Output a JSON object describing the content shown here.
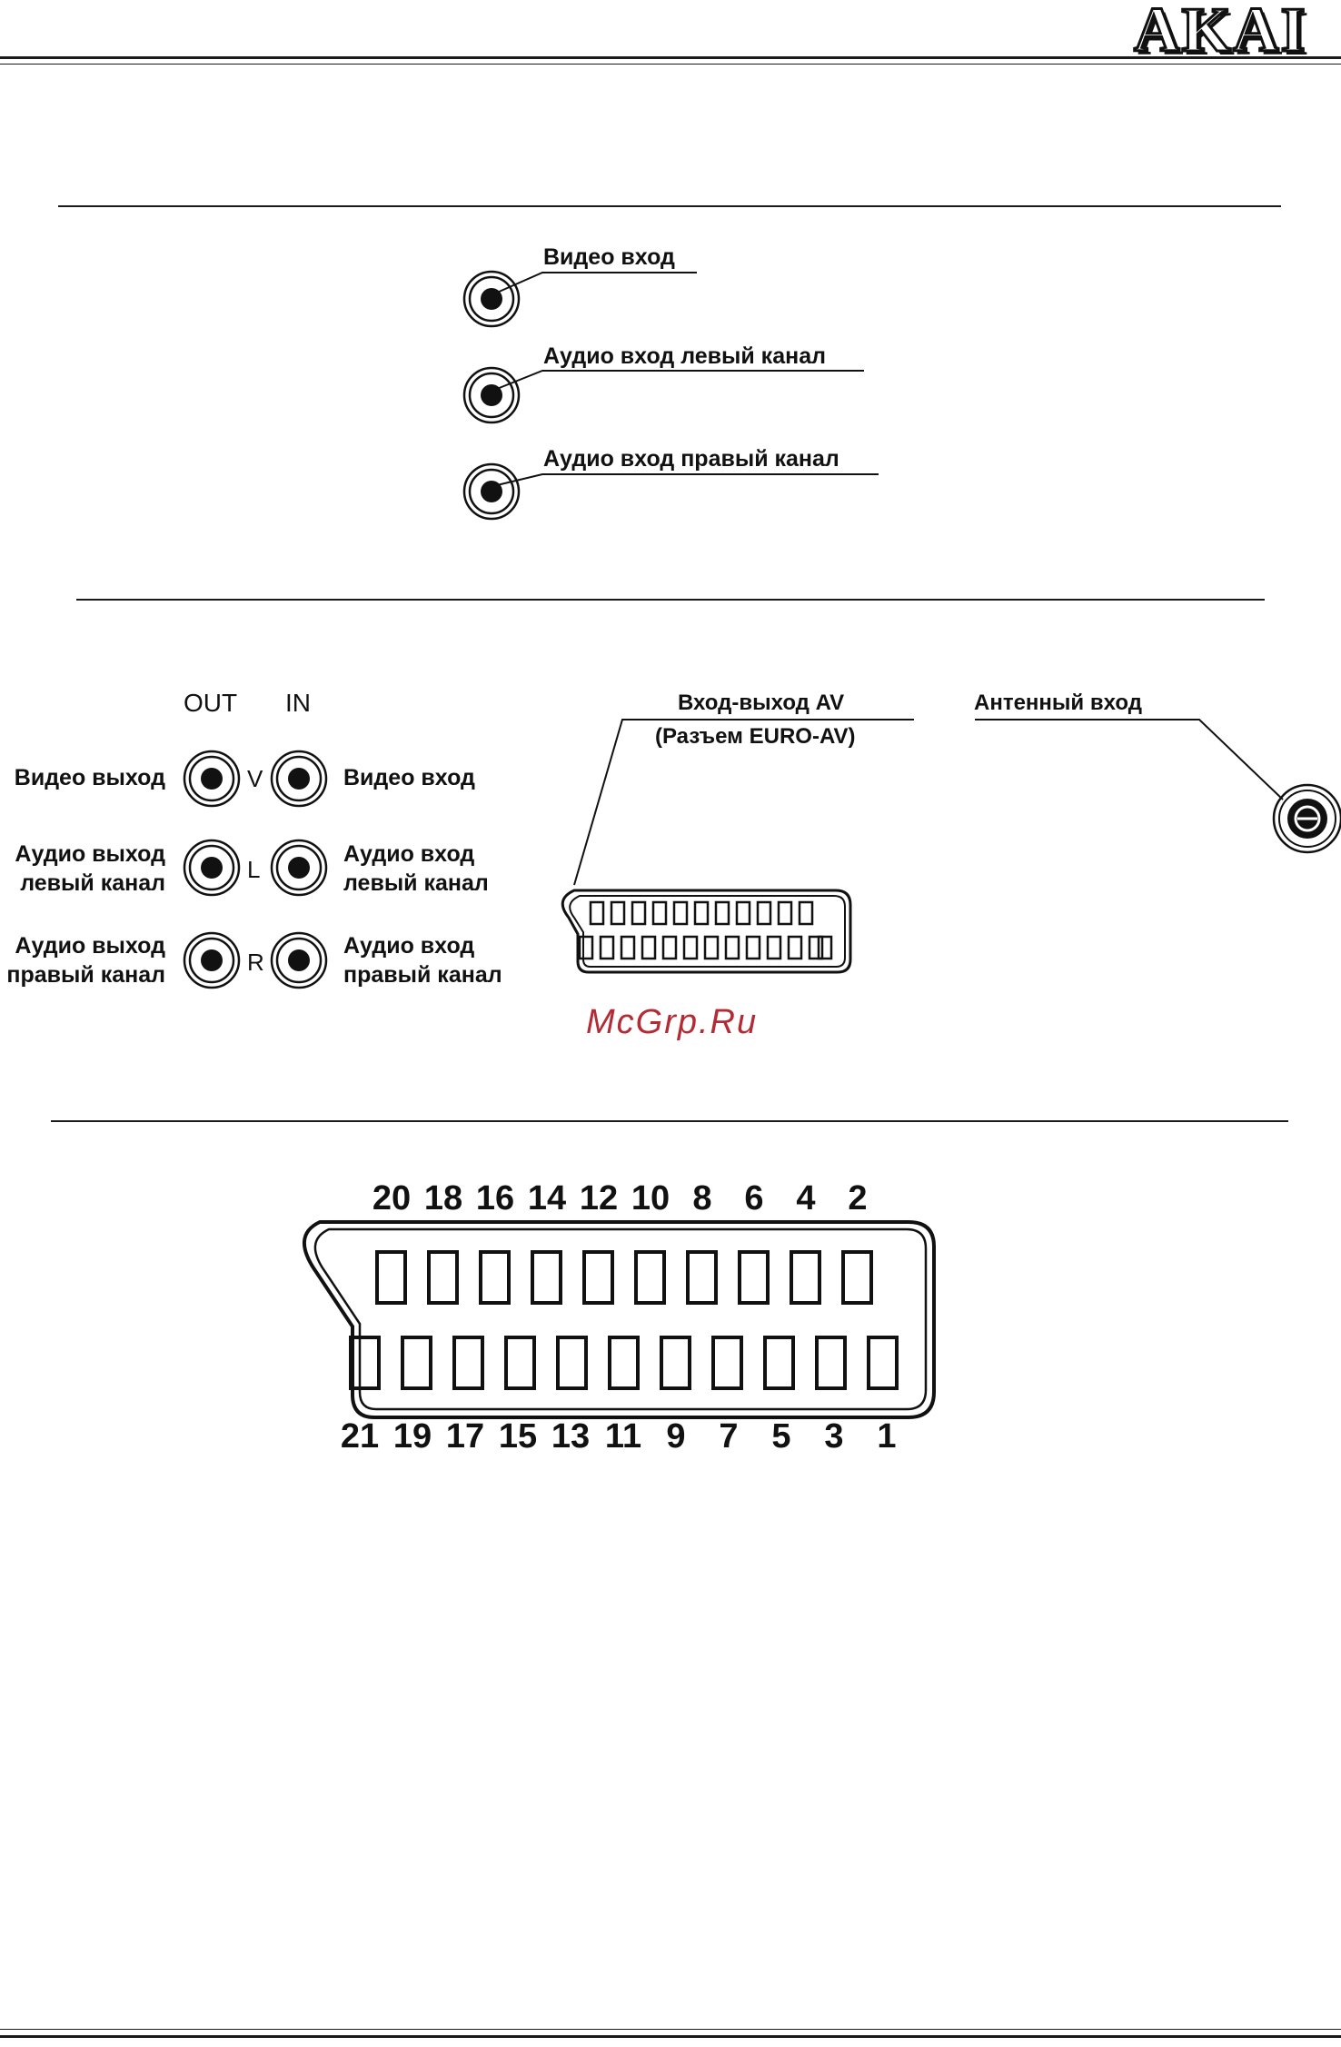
{
  "header": {
    "brand": "AKAI"
  },
  "top_panel": {
    "jacks": [
      {
        "label": "Видео вход"
      },
      {
        "label": "Аудио вход левый канал"
      },
      {
        "label": "Аудио вход правый канал"
      }
    ]
  },
  "rear_panel": {
    "column_headers": {
      "out": "OUT",
      "in": "IN"
    },
    "rows": [
      {
        "out_label": "Видео выход",
        "letter": "V",
        "in_label": "Видео вход"
      },
      {
        "out_label": "Аудио выход левый канал",
        "letter": "L",
        "in_label": "Аудио вход левый канал"
      },
      {
        "out_label": "Аудио выход правый канал",
        "letter": "R",
        "in_label": "Аудио вход правый канал"
      }
    ],
    "scart": {
      "label_line1": "Вход-выход AV",
      "label_line2": "(Разъем EURO-AV)"
    },
    "antenna": {
      "label": "Антенный вход"
    }
  },
  "watermark": "McGrp.Ru",
  "scart_pinout": {
    "top_pins": [
      "20",
      "18",
      "16",
      "14",
      "12",
      "10",
      "8",
      "6",
      "4",
      "2"
    ],
    "bottom_pins": [
      "21",
      "19",
      "17",
      "15",
      "13",
      "11",
      "9",
      "7",
      "5",
      "3",
      "1"
    ]
  }
}
